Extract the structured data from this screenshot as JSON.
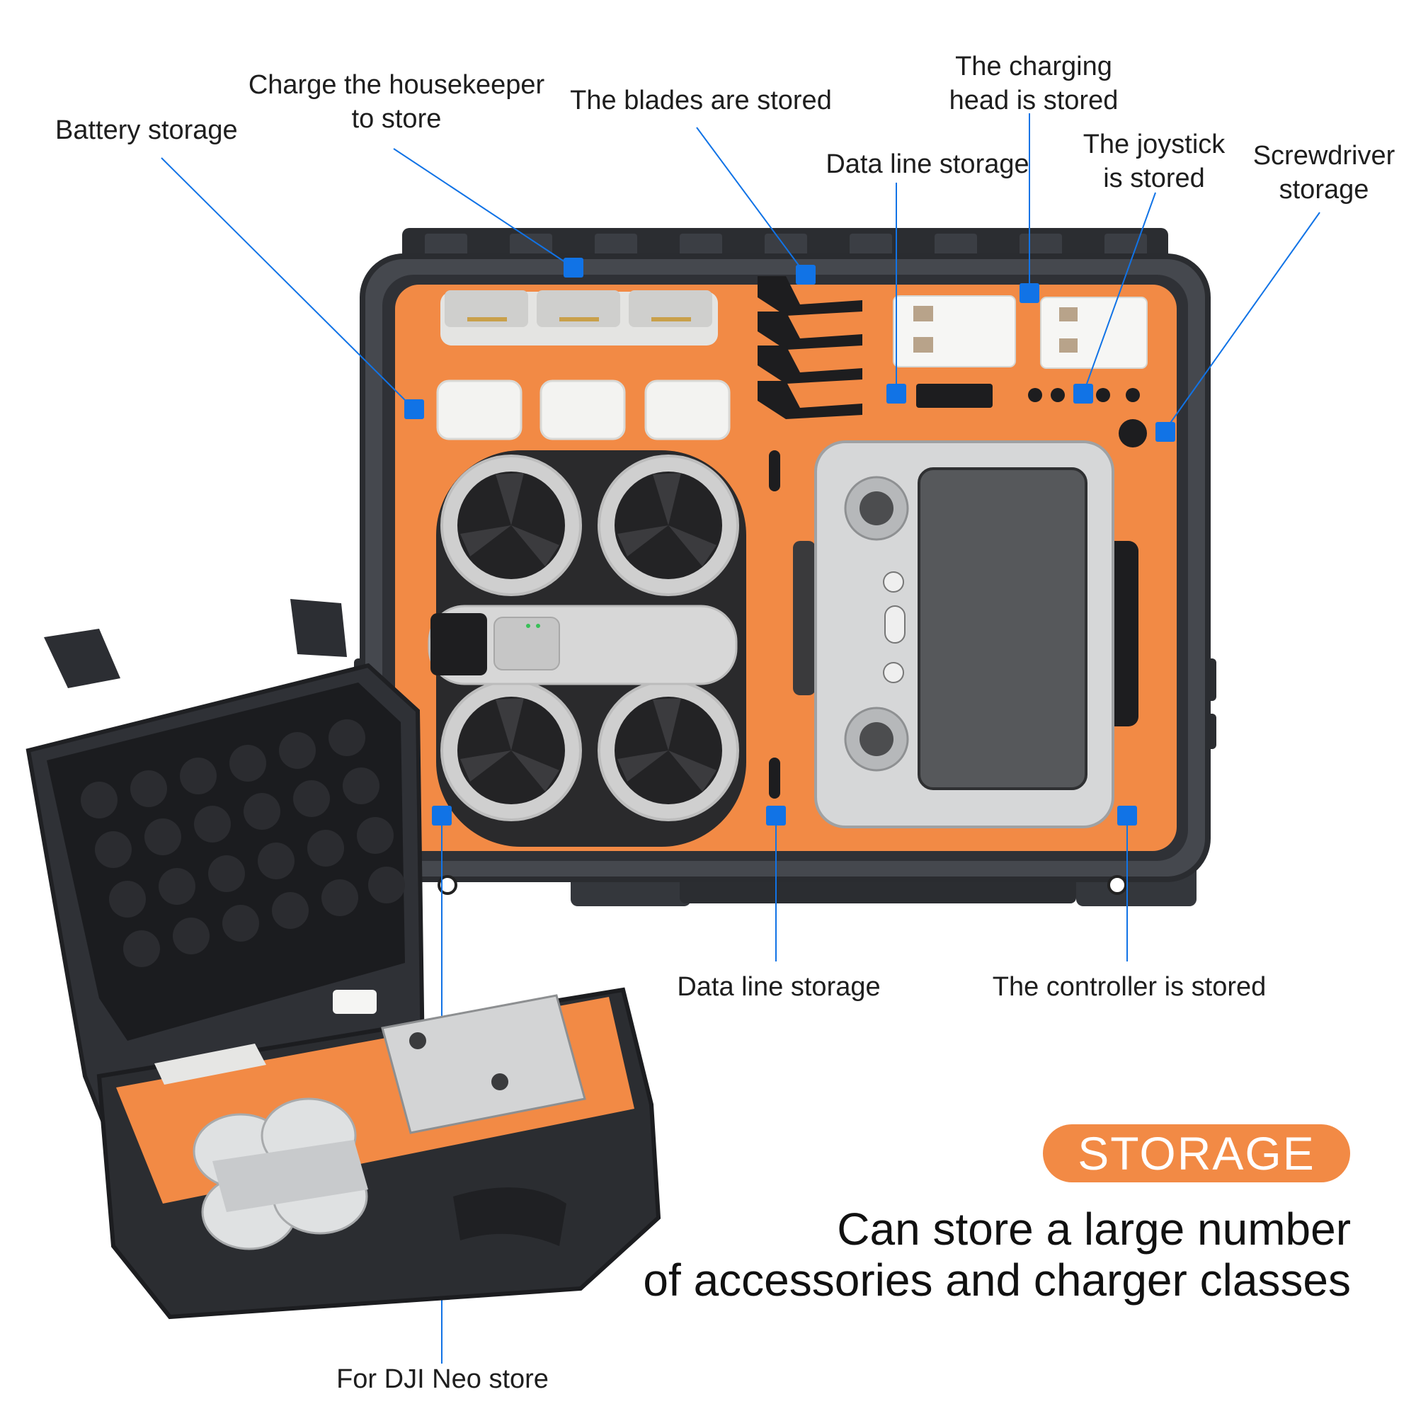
{
  "labels": {
    "battery_storage": "Battery storage",
    "charge_housekeeper_line1": "Charge the housekeeper",
    "charge_housekeeper_line2": "to store",
    "blades_stored": "The blades are stored",
    "charging_head_line1": "The charging",
    "charging_head_line2": "head is stored",
    "data_line_storage_top": "Data line storage",
    "joystick_line1": "The joystick",
    "joystick_line2": "is stored",
    "screwdriver_line1": "Screwdriver",
    "screwdriver_line2": "storage",
    "data_line_storage_bottom": "Data line storage",
    "controller_stored": "The controller is stored",
    "dji_neo_store": "For DJI Neo store"
  },
  "badge": {
    "text": "STORAGE"
  },
  "headline": {
    "line1": "Can store a large number",
    "line2": "of accessories and charger classes"
  },
  "colors": {
    "foam_orange": "#f28a45",
    "case_dark": "#3a3d42",
    "marker_blue": "#1173e6",
    "badge_orange": "#f28a45"
  }
}
